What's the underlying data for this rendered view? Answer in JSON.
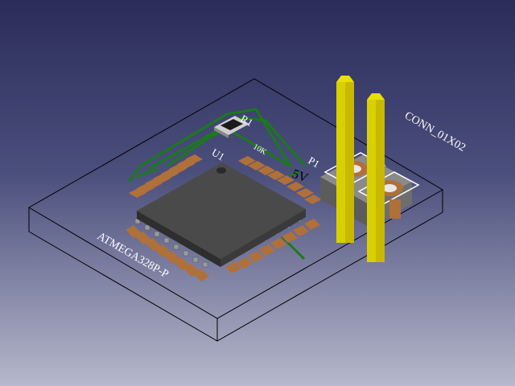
{
  "viewport": {
    "background_top": "#2b2c5a",
    "background_bottom": "#b7b8cc"
  },
  "board": {
    "outline_color": "#000000",
    "trace_color": "#1a7a1a",
    "pad_color": "#b0703a",
    "pin_color": "#d4c400"
  },
  "labels": {
    "r1_ref": "R1",
    "r1_value": "10K",
    "u1_ref": "U1",
    "u1_value": "ATMEGA328P-P",
    "p1_ref": "P1",
    "net_5v": "5V",
    "conn_value": "CONN_01X02"
  }
}
